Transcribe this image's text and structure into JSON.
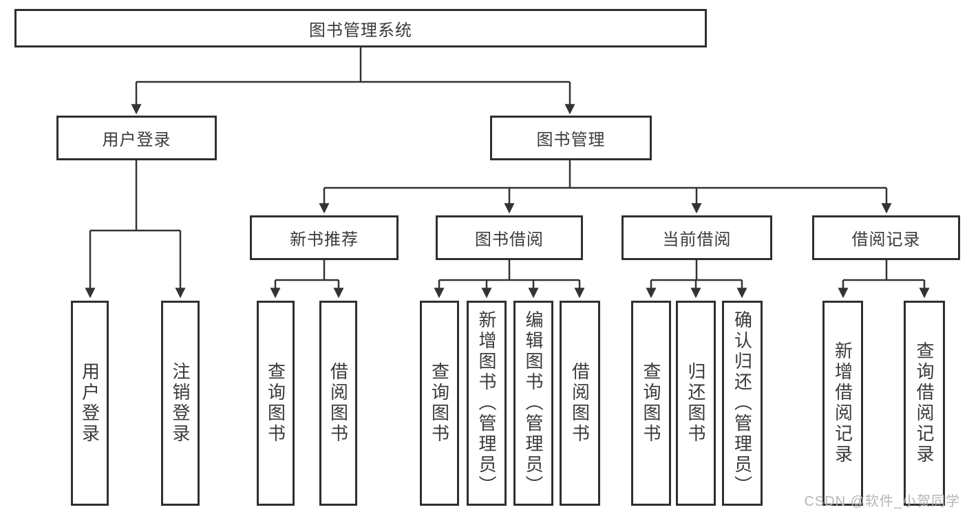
{
  "tree": {
    "root": "图书管理系统",
    "children": [
      {
        "label": "用户登录",
        "children": [
          {
            "label": "用户登录"
          },
          {
            "label": "注销登录"
          }
        ]
      },
      {
        "label": "图书管理",
        "children": [
          {
            "label": "新书推荐",
            "children": [
              {
                "label": "查询图书"
              },
              {
                "label": "借阅图书"
              }
            ]
          },
          {
            "label": "图书借阅",
            "children": [
              {
                "label": "查询图书"
              },
              {
                "label": "新增图书（管理员）"
              },
              {
                "label": "编辑图书（管理员）"
              },
              {
                "label": "借阅图书"
              }
            ]
          },
          {
            "label": "当前借阅",
            "children": [
              {
                "label": "查询图书"
              },
              {
                "label": "归还图书"
              },
              {
                "label": "确认归还（管理员）"
              }
            ]
          },
          {
            "label": "借阅记录",
            "children": [
              {
                "label": "新增借阅记录"
              },
              {
                "label": "查询借阅记录"
              }
            ]
          }
        ]
      }
    ]
  },
  "watermark": {
    "text": "CSDN @软件_小贺同学"
  },
  "colors": {
    "line": "#333333",
    "border": "#2f2f2f",
    "text": "#3a3a3a",
    "watermark": "#b5b5b5",
    "background": "#ffffff"
  }
}
